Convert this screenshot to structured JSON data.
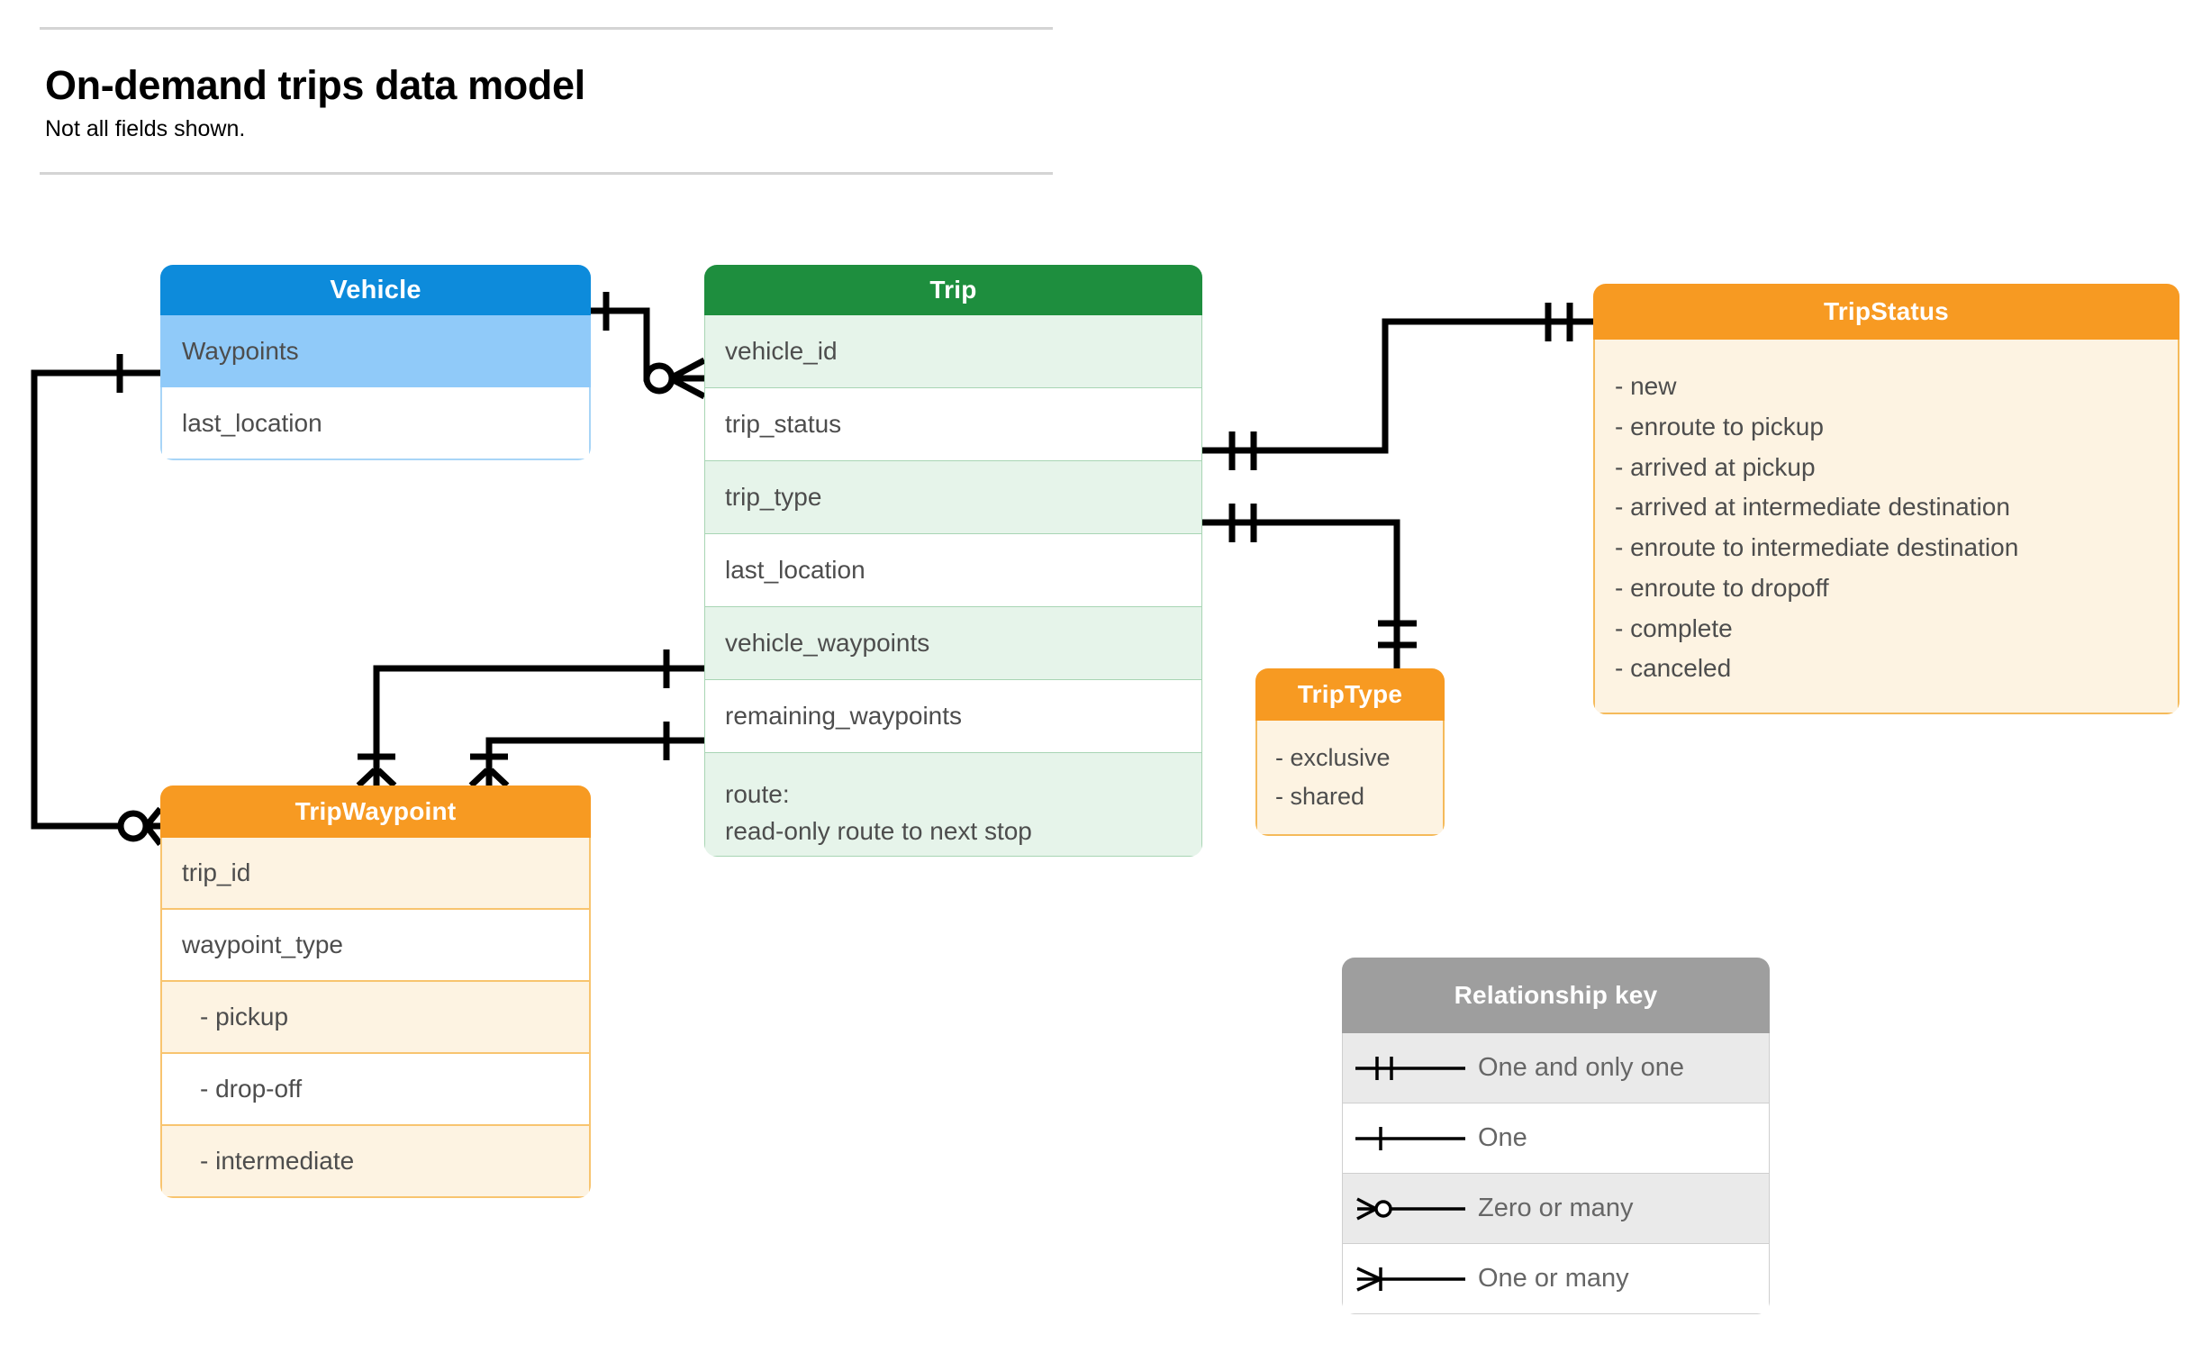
{
  "header": {
    "title": "On-demand trips data model",
    "subtitle": "Not all fields shown."
  },
  "colors": {
    "vehicle_header": "#0d8bdb",
    "vehicle_row_highlight": "#90caf9",
    "trip_header": "#1e8e3e",
    "trip_row_shade": "#e6f4ea",
    "orange_header": "#f79a22",
    "orange_body": "#fdf3e2",
    "legend_header": "#9e9e9e",
    "legend_row_shade": "#eaeaea",
    "connector": "#000000"
  },
  "entities": {
    "vehicle": {
      "title": "Vehicle",
      "rows": [
        "Waypoints",
        "last_location"
      ]
    },
    "trip": {
      "title": "Trip",
      "rows": [
        "vehicle_id",
        "trip_status",
        "trip_type",
        "last_location",
        "vehicle_waypoints",
        "remaining_waypoints"
      ],
      "route_row": {
        "line1": "route:",
        "line2": "read-only route to next stop"
      }
    },
    "trip_status": {
      "title": "TripStatus",
      "values": [
        "- new",
        "- enroute to pickup",
        "- arrived at pickup",
        "- arrived at intermediate destination",
        "- enroute to intermediate destination",
        "- enroute to dropoff",
        "- complete",
        "- canceled"
      ]
    },
    "trip_type": {
      "title": "TripType",
      "values": [
        "- exclusive",
        "- shared"
      ]
    },
    "trip_waypoint": {
      "title": "TripWaypoint",
      "rows": [
        "trip_id",
        "waypoint_type"
      ],
      "enum_values": [
        "-  pickup",
        "-  drop-off",
        "-  intermediate"
      ]
    }
  },
  "legend": {
    "title": "Relationship key",
    "items": [
      {
        "symbol": "one-and-only-one-icon",
        "label": "One and only one"
      },
      {
        "symbol": "one-icon",
        "label": "One"
      },
      {
        "symbol": "zero-or-many-icon",
        "label": "Zero or many"
      },
      {
        "symbol": "one-or-many-icon",
        "label": "One or many"
      }
    ]
  },
  "relationships": [
    {
      "from": "Vehicle",
      "to": "Trip.vehicle_id",
      "from_cardinality": "One",
      "to_cardinality": "Zero or many"
    },
    {
      "from": "Vehicle.Waypoints",
      "to": "TripWaypoint",
      "from_cardinality": "One",
      "to_cardinality": "Zero or many"
    },
    {
      "from": "Trip.trip_status",
      "to": "TripStatus",
      "from_cardinality": "One and only one",
      "to_cardinality": "One and only one"
    },
    {
      "from": "Trip.trip_type",
      "to": "TripType",
      "from_cardinality": "One and only one",
      "to_cardinality": "One and only one"
    },
    {
      "from": "Trip.vehicle_waypoints",
      "to": "TripWaypoint",
      "from_cardinality": "One",
      "to_cardinality": "One or many"
    },
    {
      "from": "Trip.remaining_waypoints",
      "to": "TripWaypoint",
      "from_cardinality": "One",
      "to_cardinality": "One or many"
    }
  ]
}
